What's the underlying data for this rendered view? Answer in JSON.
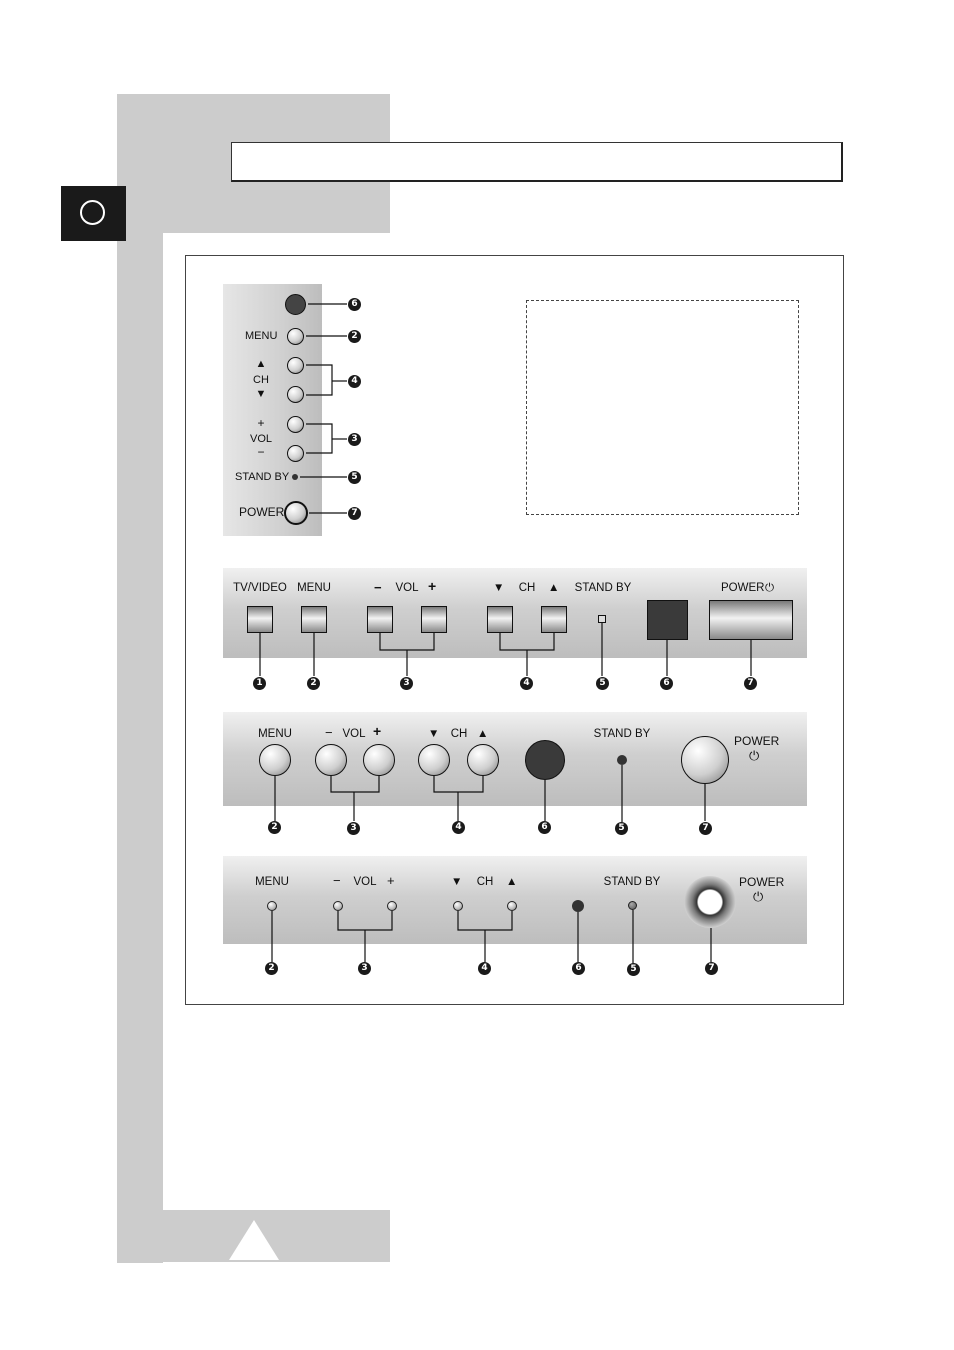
{
  "page": {
    "title_box_text": "",
    "tab_symbol": "circle"
  },
  "side_panel": {
    "buttons": [
      {
        "label": "",
        "badge": "6"
      },
      {
        "label": "MENU",
        "badge": "2"
      },
      {
        "label": "CH",
        "badge": "4",
        "symbol_up": "▲",
        "symbol_down": "▼"
      },
      {
        "label": "VOL",
        "badge": "3",
        "symbol_up": "+",
        "symbol_down": "−"
      },
      {
        "label": "STAND BY",
        "badge": "5"
      },
      {
        "label": "POWER",
        "badge": "7"
      }
    ]
  },
  "panel1": {
    "labels": {
      "tvvideo": "TV/VIDEO",
      "menu": "MENU",
      "vol_minus": "−",
      "vol": "VOL",
      "vol_plus": "+",
      "ch_down": "▼",
      "ch": "CH",
      "ch_up": "▲",
      "standby": "STAND BY",
      "power": "POWER",
      "power_symbol": "⏻"
    },
    "badges": [
      "1",
      "2",
      "3",
      "4",
      "5",
      "6",
      "7"
    ]
  },
  "panel2": {
    "labels": {
      "menu": "MENU",
      "vol_minus": "−",
      "vol": "VOL",
      "vol_plus": "+",
      "ch_down": "▼",
      "ch": "CH",
      "ch_up": "▲",
      "standby": "STAND BY",
      "power": "POWER",
      "power_symbol": "⏻"
    },
    "badges": [
      "2",
      "3",
      "4",
      "6",
      "5",
      "7"
    ]
  },
  "panel3": {
    "labels": {
      "menu": "MENU",
      "vol_minus": "−",
      "vol": "VOL",
      "vol_plus": "+",
      "ch_down": "▼",
      "ch": "CH",
      "ch_up": "▲",
      "standby": "STAND BY",
      "power": "POWER",
      "power_symbol": "⏻"
    },
    "badges": [
      "2",
      "3",
      "4",
      "6",
      "5",
      "7"
    ]
  },
  "colors": {
    "gray_band": "#cccccc",
    "tab_dark": "#1a1a1a"
  }
}
